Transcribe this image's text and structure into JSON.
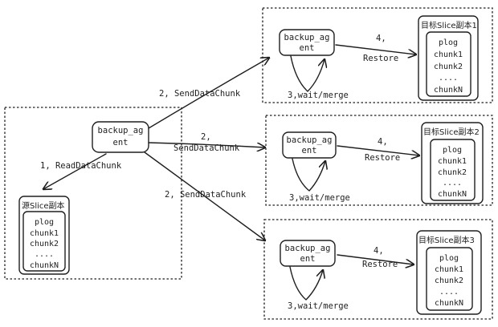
{
  "diagram": {
    "source": {
      "agent_label": [
        "backup_ag",
        "ent"
      ],
      "read_edge_label": "1, ReadDataChunk",
      "slice_title": "源Slice副本",
      "slice_items": [
        "plog",
        "chunk1",
        "chunk2",
        "....",
        "chunkN"
      ]
    },
    "send_edges": [
      {
        "label": [
          "2, SendDataChunk"
        ]
      },
      {
        "label": [
          "2,",
          "SendDataChunk"
        ]
      },
      {
        "label": [
          "2, SendDataChunk"
        ]
      }
    ],
    "targets": [
      {
        "agent_label": [
          "backup_ag",
          "ent"
        ],
        "wait_label": "3,wait/merge",
        "restore_label": [
          "4,",
          "Restore"
        ],
        "slice_title": "目标Slice副本1",
        "slice_items": [
          "plog",
          "chunk1",
          "chunk2",
          "....",
          "chunkN"
        ]
      },
      {
        "agent_label": [
          "backup_ag",
          "ent"
        ],
        "wait_label": "3,wait/merge",
        "restore_label": [
          "4,",
          "Restore"
        ],
        "slice_title": "目标Slice副本2",
        "slice_items": [
          "plog",
          "chunk1",
          "chunk2",
          "....",
          "chunkN"
        ]
      },
      {
        "agent_label": [
          "backup_ag",
          "ent"
        ],
        "wait_label": "3,wait/merge",
        "restore_label": [
          "4,",
          "Restore"
        ],
        "slice_title": "目标Slice副本3",
        "slice_items": [
          "plog",
          "chunk1",
          "chunk2",
          "....",
          "chunkN"
        ]
      }
    ]
  }
}
